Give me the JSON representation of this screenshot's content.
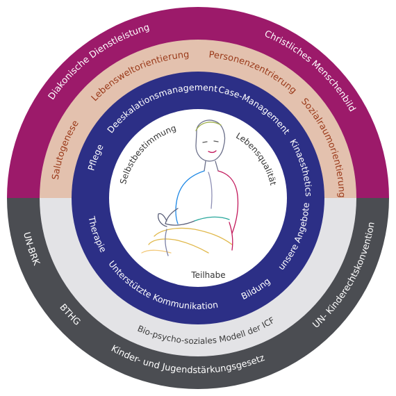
{
  "colors": {
    "outer_top": "#9c1a6a",
    "outer_bottom": "#4b4d52",
    "middle_top": "#e3c1ae",
    "middle_bottom": "#e3e3e6",
    "inner": "#2c2f86",
    "center": "#ffffff"
  },
  "outer_ring": {
    "top": [
      "Diakonische Dienstleistung",
      "Christliches Menschenbild"
    ],
    "bottom": [
      "UN-BRK",
      "BTHG",
      "Kinder- und Jugendstärkungsgesetz",
      "UN- Kinderechtskonvention"
    ]
  },
  "middle_ring": {
    "top": [
      "Salutogenese",
      "Lebensweltorientierung",
      "Personenzentrierung",
      "Sozialraumorientierung"
    ],
    "bottom": [
      "Bio-psycho-soziales Modell der ICF"
    ]
  },
  "inner_ring": {
    "items": [
      "Pflege",
      "Deeskalationsmanagement",
      "Case-Management",
      "Kinaesthetics",
      "unsere Angebote",
      "Bildung",
      "Unterstützte Kommunikation",
      "Therapie"
    ]
  },
  "center": {
    "items": [
      "Selbstbestimmung",
      "Lebensqualität",
      "Teilhabe"
    ],
    "figure_icon": "person-sketch-icon"
  }
}
